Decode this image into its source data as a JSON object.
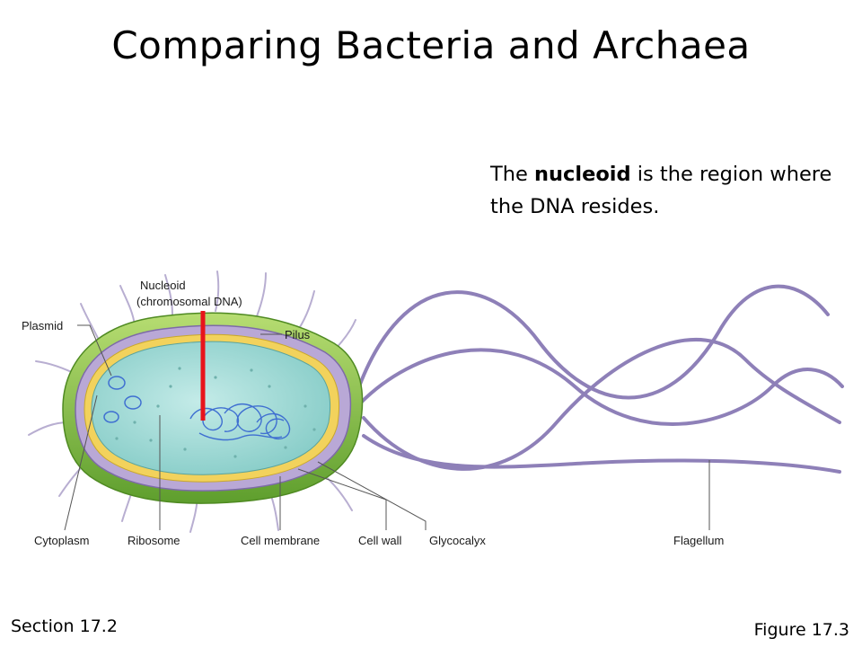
{
  "slide": {
    "title": "Comparing Bacteria and Archaea",
    "caption_pre": "The ",
    "caption_bold": "nucleoid",
    "caption_post": " is the region where the DNA resides.",
    "section": "Section 17.2",
    "figure": "Figure 17.3"
  },
  "diagram": {
    "labels": {
      "nucleoid_line1": "Nucleoid",
      "nucleoid_line2": "(chromosomal DNA)",
      "plasmid": "Plasmid",
      "pilus": "Pilus",
      "cytoplasm": "Cytoplasm",
      "ribosome": "Ribosome",
      "cell_membrane": "Cell membrane",
      "cell_wall": "Cell wall",
      "glycocalyx": "Glycocalyx",
      "flagellum": "Flagellum"
    },
    "colors": {
      "pointer": "#e8141b",
      "glycocalyx": "#8dc63f",
      "cell_wall": "#b9a8d6",
      "membrane": "#f2d25c",
      "cytoplasm": "#9fd6d2",
      "dna": "#3f6fd1",
      "flagellum": "#8e80b8"
    }
  }
}
